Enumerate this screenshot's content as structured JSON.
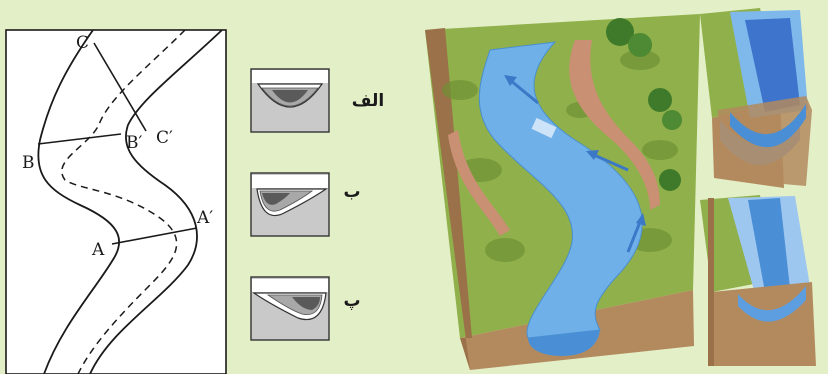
{
  "plan_view": {
    "points": {
      "C": "C",
      "C_prime": "C′",
      "B": "B",
      "B_prime": "B′",
      "A": "A",
      "A_prime": "A′"
    }
  },
  "cross_sections": [
    {
      "label": "الف"
    },
    {
      "label": "ب"
    },
    {
      "label": "پ"
    }
  ],
  "colors": {
    "background": "#e3efc7",
    "water": "#6fb0e8",
    "soil": "#b38a5e",
    "grass": "#8fb04a"
  }
}
